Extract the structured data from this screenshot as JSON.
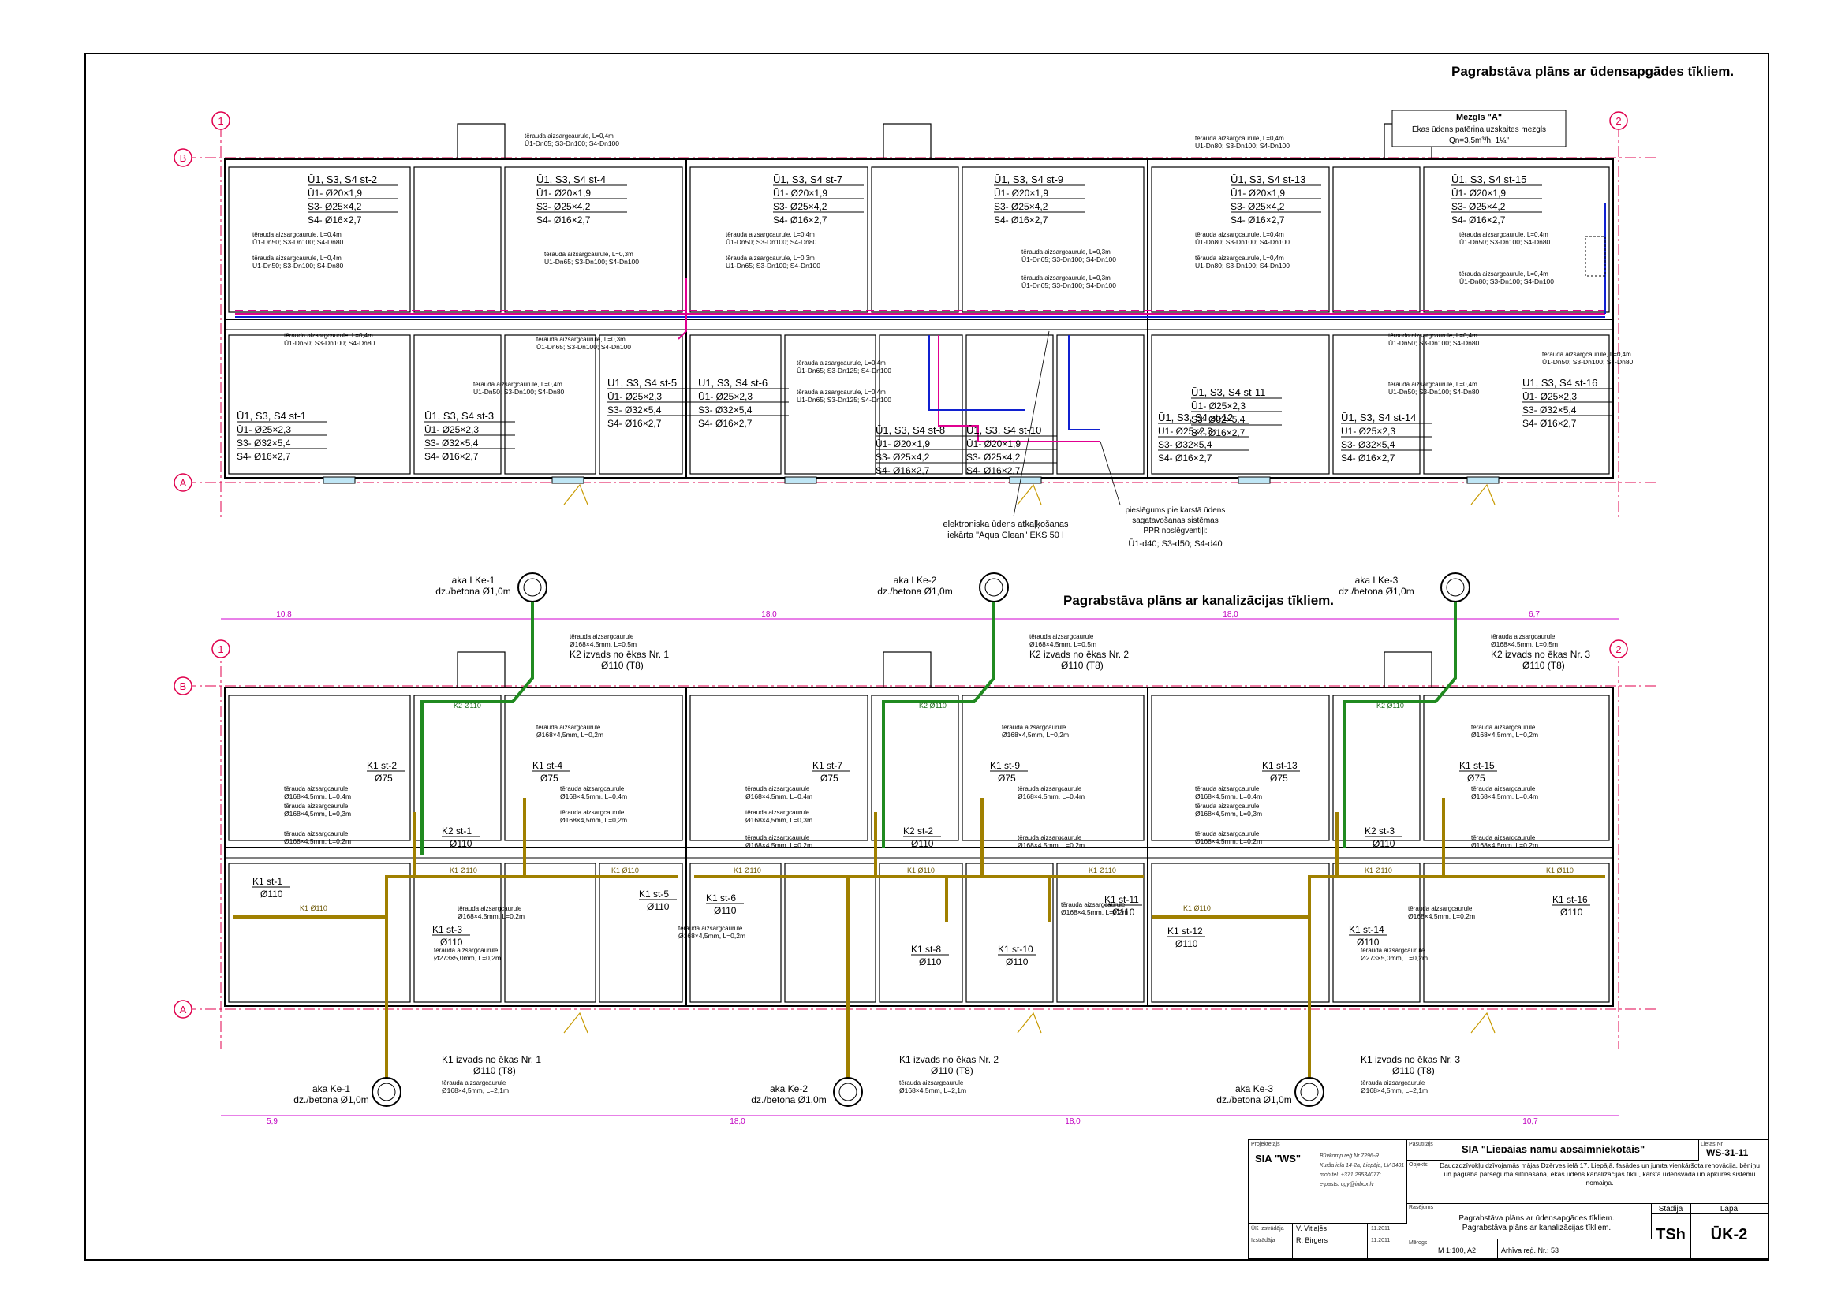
{
  "sheet_title_water": "Pagrabstāva plāns ar ūdensapgādes tīkliem.",
  "sheet_title_sewer": "Pagrabstāva plāns ar kanalizācijas tīkliem.",
  "axes": {
    "one": "1",
    "two": "2",
    "a": "A",
    "b": "B"
  },
  "node_a": {
    "title": "Mezgls \"A\"",
    "line1": "Ēkas ūdens patēriņa uzskaites mezgls",
    "line2": "Qn=3,5m³/h, 1¼\""
  },
  "riser_tags": [
    {
      "name": "Ū1, S3, S4 st-2",
      "r1": "Ū1- Ø20×1,9",
      "r2": "S3- Ø25×4,2",
      "r3": "S4- Ø16×2,7"
    },
    {
      "name": "Ū1, S3, S4 st-4",
      "r1": "Ū1- Ø20×1,9",
      "r2": "S3- Ø25×4,2",
      "r3": "S4- Ø16×2,7"
    },
    {
      "name": "Ū1, S3, S4 st-7",
      "r1": "Ū1- Ø20×1,9",
      "r2": "S3- Ø25×4,2",
      "r3": "S4- Ø16×2,7"
    },
    {
      "name": "Ū1, S3, S4 st-9",
      "r1": "Ū1- Ø20×1,9",
      "r2": "S3- Ø25×4,2",
      "r3": "S4- Ø16×2,7"
    },
    {
      "name": "Ū1, S3, S4 st-13",
      "r1": "Ū1- Ø20×1,9",
      "r2": "S3- Ø25×4,2",
      "r3": "S4- Ø16×2,7"
    },
    {
      "name": "Ū1, S3, S4 st-15",
      "r1": "Ū1- Ø20×1,9",
      "r2": "S3- Ø25×4,2",
      "r3": "S4- Ø16×2,7"
    },
    {
      "name": "Ū1, S3, S4 st-1",
      "r1": "Ū1- Ø25×2,3",
      "r2": "S3- Ø32×5,4",
      "r3": "S4- Ø16×2,7"
    },
    {
      "name": "Ū1, S3, S4 st-3",
      "r1": "Ū1- Ø25×2,3",
      "r2": "S3- Ø32×5,4",
      "r3": "S4- Ø16×2,7"
    },
    {
      "name": "Ū1, S3, S4 st-5",
      "r1": "Ū1- Ø25×2,3",
      "r2": "S3- Ø32×5,4",
      "r3": "S4- Ø16×2,7"
    },
    {
      "name": "Ū1, S3, S4 st-6",
      "r1": "Ū1- Ø25×2,3",
      "r2": "S3- Ø32×5,4",
      "r3": "S4- Ø16×2,7"
    },
    {
      "name": "Ū1, S3, S4 st-8",
      "r1": "Ū1- Ø20×1,9",
      "r2": "S3- Ø25×4,2",
      "r3": "S4- Ø16×2,7"
    },
    {
      "name": "Ū1, S3, S4 st-10",
      "r1": "Ū1- Ø20×1,9",
      "r2": "S3- Ø25×4,2",
      "r3": "S4- Ø16×2,7"
    },
    {
      "name": "Ū1, S3, S4 st-11",
      "r1": "Ū1- Ø25×2,3",
      "r2": "S3- Ø32×5,4",
      "r3": "S4- Ø16×2,7"
    },
    {
      "name": "Ū1, S3, S4 st-12",
      "r1": "Ū1- Ø25×2,3",
      "r2": "S3- Ø32×5,4",
      "r3": "S4- Ø16×2,7"
    },
    {
      "name": "Ū1, S3, S4 st-14",
      "r1": "Ū1- Ø25×2,3",
      "r2": "S3- Ø32×5,4",
      "r3": "S4- Ø16×2,7"
    },
    {
      "name": "Ū1, S3, S4 st-16",
      "r1": "Ū1- Ø25×2,3",
      "r2": "S3- Ø32×5,4",
      "r3": "S4- Ø16×2,7"
    }
  ],
  "sleeve_notes": [
    {
      "l1": "tērauda aizsargcaurule, L=0,4m",
      "l2": "Ū1-Dn65; S3-Dn100; S4-Dn100"
    },
    {
      "l1": "tērauda aizsargcaurule, L=0,4m",
      "l2": "Ū1-Dn80; S3-Dn100; S4-Dn100"
    },
    {
      "l1": "tērauda aizsargcaurule, L=0,4m",
      "l2": "Ū1-Dn50; S3-Dn100; S4-Dn80"
    },
    {
      "l1": "tērauda aizsargcaurule, L=0,3m",
      "l2": "Ū1-Dn65; S3-Dn100; S4-Dn100"
    },
    {
      "l1": "tērauda aizsargcaurule, L=0,4m",
      "l2": "Ū1-Dn65; S3-Dn125; S4-Dn100"
    }
  ],
  "hot_water_note": {
    "l1": "pieslēgums pie karstā ūdens",
    "l2": "sagatavošanas sistēmas",
    "l3": "PPR noslēgventiļi:",
    "l4": "Ū1-d40; S3-d50; S4-d40"
  },
  "softener_note": {
    "l1": "elektroniska ūdens atkaļķošanas",
    "l2": "iekārta \"Aqua Clean\" EKS 50 I"
  },
  "dims_top": [
    "10,8",
    "18,0",
    "18,0",
    "6,7"
  ],
  "dims_bottom": [
    "5,9",
    "18,0",
    "18,0",
    "10,7"
  ],
  "wells_top": [
    {
      "name": "aka LKe-1",
      "spec": "dz./betona Ø1,0m"
    },
    {
      "name": "aka LKe-2",
      "spec": "dz./betona Ø1,0m"
    },
    {
      "name": "aka LKe-3",
      "spec": "dz./betona Ø1,0m"
    }
  ],
  "wells_bottom": [
    {
      "name": "aka Ke-1",
      "spec": "dz./betona Ø1,0m"
    },
    {
      "name": "aka Ke-2",
      "spec": "dz./betona Ø1,0m"
    },
    {
      "name": "aka Ke-3",
      "spec": "dz./betona Ø1,0m"
    }
  ],
  "k2_outlets": [
    {
      "sleeve": "tērauda aizsargcaurule",
      "spec": "Ø168×4,5mm, L=0,5m",
      "name": "K2 izvads no ēkas Nr. 1",
      "dia": "Ø110 (T8)"
    },
    {
      "sleeve": "tērauda aizsargcaurule",
      "spec": "Ø168×4,5mm, L=0,5m",
      "name": "K2 izvads no ēkas Nr. 2",
      "dia": "Ø110 (T8)"
    },
    {
      "sleeve": "tērauda aizsargcaurule",
      "spec": "Ø168×4,5mm, L=0,5m",
      "name": "K2 izvads no ēkas Nr. 3",
      "dia": "Ø110 (T8)"
    }
  ],
  "k1_outlets": [
    {
      "name": "K1 izvads no ēkas Nr. 1",
      "dia": "Ø110 (T8)",
      "sleeve": "tērauda aizsargcaurule",
      "spec": "Ø168×4,5mm, L=2,1m"
    },
    {
      "name": "K1 izvads no ēkas Nr. 2",
      "dia": "Ø110 (T8)",
      "sleeve": "tērauda aizsargcaurule",
      "spec": "Ø168×4,5mm, L=2,1m"
    },
    {
      "name": "K1 izvads no ēkas Nr. 3",
      "dia": "Ø110 (T8)",
      "sleeve": "tērauda aizsargcaurule",
      "spec": "Ø168×4,5mm, L=2,1m"
    }
  ],
  "sewer_risers": [
    {
      "name": "K1 st-1",
      "dia": "Ø110"
    },
    {
      "name": "K1 st-2",
      "dia": "Ø75"
    },
    {
      "name": "K1 st-3",
      "dia": "Ø110"
    },
    {
      "name": "K1 st-4",
      "dia": "Ø75"
    },
    {
      "name": "K1 st-5",
      "dia": "Ø110"
    },
    {
      "name": "K1 st-6",
      "dia": "Ø110"
    },
    {
      "name": "K1 st-7",
      "dia": "Ø75"
    },
    {
      "name": "K1 st-8",
      "dia": "Ø110"
    },
    {
      "name": "K1 st-9",
      "dia": "Ø75"
    },
    {
      "name": "K1 st-10",
      "dia": "Ø110"
    },
    {
      "name": "K1 st-11",
      "dia": "Ø110"
    },
    {
      "name": "K1 st-12",
      "dia": "Ø110"
    },
    {
      "name": "K1 st-13",
      "dia": "Ø75"
    },
    {
      "name": "K1 st-14",
      "dia": "Ø110"
    },
    {
      "name": "K1 st-15",
      "dia": "Ø75"
    },
    {
      "name": "K1 st-16",
      "dia": "Ø110"
    },
    {
      "name": "K2 st-1",
      "dia": "Ø110"
    },
    {
      "name": "K2 st-2",
      "dia": "Ø110"
    },
    {
      "name": "K2 st-3",
      "dia": "Ø110"
    }
  ],
  "pipe_labels": {
    "k1": "K1 Ø110",
    "k2": "K2 Ø110"
  },
  "sewer_sleeves": [
    {
      "l1": "tērauda aizsargcaurule",
      "l2": "Ø168×4,5mm, L=0,2m"
    },
    {
      "l1": "tērauda aizsargcaurule",
      "l2": "Ø168×4,5mm, L=0,4m"
    },
    {
      "l1": "tērauda aizsargcaurule",
      "l2": "Ø168×4,5mm, L=0,3m"
    },
    {
      "l1": "tērauda aizsargcaurule",
      "l2": "Ø273×5,0mm, L=0,2m"
    }
  ],
  "title_block": {
    "designer_label": "Projektētājs",
    "company": "SIA \"WS\"",
    "reg": "Būvkomp.reģ.Nr.7296-R",
    "address": "Kurša iela 14-2a, Liepāja, LV-3401",
    "phone": "mob.tel: +371 29534077;",
    "email": "e-pasts: cgy@inbox.lv",
    "client_label": "Pasūtītājs",
    "client": "SIA \"Liepājas namu apsaimniekotājs\"",
    "object_label": "Objekts",
    "object": "Daudzdzīvokļu dzīvojamās mājas Dzērves ielā 17, Liepājā, fasādes un jumta vienkāršota renovācija, bēniņu un pagraba pārseguma siltināšana, ēkas ūdens kanalizācijas tīklu, karstā ūdensvada un apkures sistēmu nomaiņa.",
    "drawing_label": "Rasējums",
    "drawing1": "Pagrabstāva plāns ar ūdensapgādes tīkliem.",
    "drawing2": "Pagrabstāva plāns ar kanalizācijas tīkliem.",
    "code_label": "Lietas Nr",
    "code": "WS-31-11",
    "stage_label": "Stadija",
    "stage": "TSh",
    "page_label": "Lapa",
    "page": "ŪK-2",
    "role1": "ŪK izstrādāja",
    "person1": "V. Vitjaļēs",
    "date1": "11.2011",
    "role2": "Izstrādāja",
    "person2": "R. Birgers",
    "date2": "11.2011",
    "scale_label": "Mērogs",
    "scale": "M 1:100, A2",
    "archive": "Arhīva reģ. Nr.: 53"
  }
}
